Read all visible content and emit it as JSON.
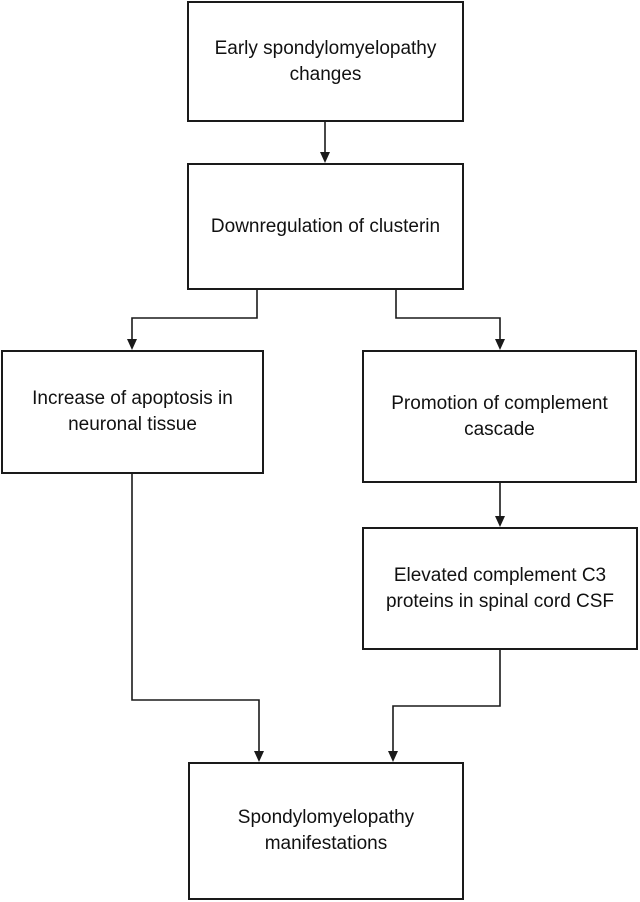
{
  "nodes": [
    {
      "id": "n1",
      "label": "Early spondylomyelopathy\nchanges"
    },
    {
      "id": "n2",
      "label": "Downregulation of clusterin"
    },
    {
      "id": "n3",
      "label": "Increase of apoptosis in\nneuronal tissue"
    },
    {
      "id": "n4",
      "label": "Promotion of complement\ncascade"
    },
    {
      "id": "n5",
      "label": "Elevated complement C3\nproteins in spinal cord CSF"
    },
    {
      "id": "n6",
      "label": "Spondylomyelopathy\nmanifestations"
    }
  ],
  "edges": [
    {
      "from": "n1",
      "to": "n2"
    },
    {
      "from": "n2",
      "to": "n3"
    },
    {
      "from": "n2",
      "to": "n4"
    },
    {
      "from": "n4",
      "to": "n5"
    },
    {
      "from": "n3",
      "to": "n6"
    },
    {
      "from": "n5",
      "to": "n6"
    }
  ],
  "colors": {
    "box_border": "#1a1a1a",
    "arrow": "#1a1a1a",
    "text": "#111111",
    "background": "#ffffff"
  }
}
